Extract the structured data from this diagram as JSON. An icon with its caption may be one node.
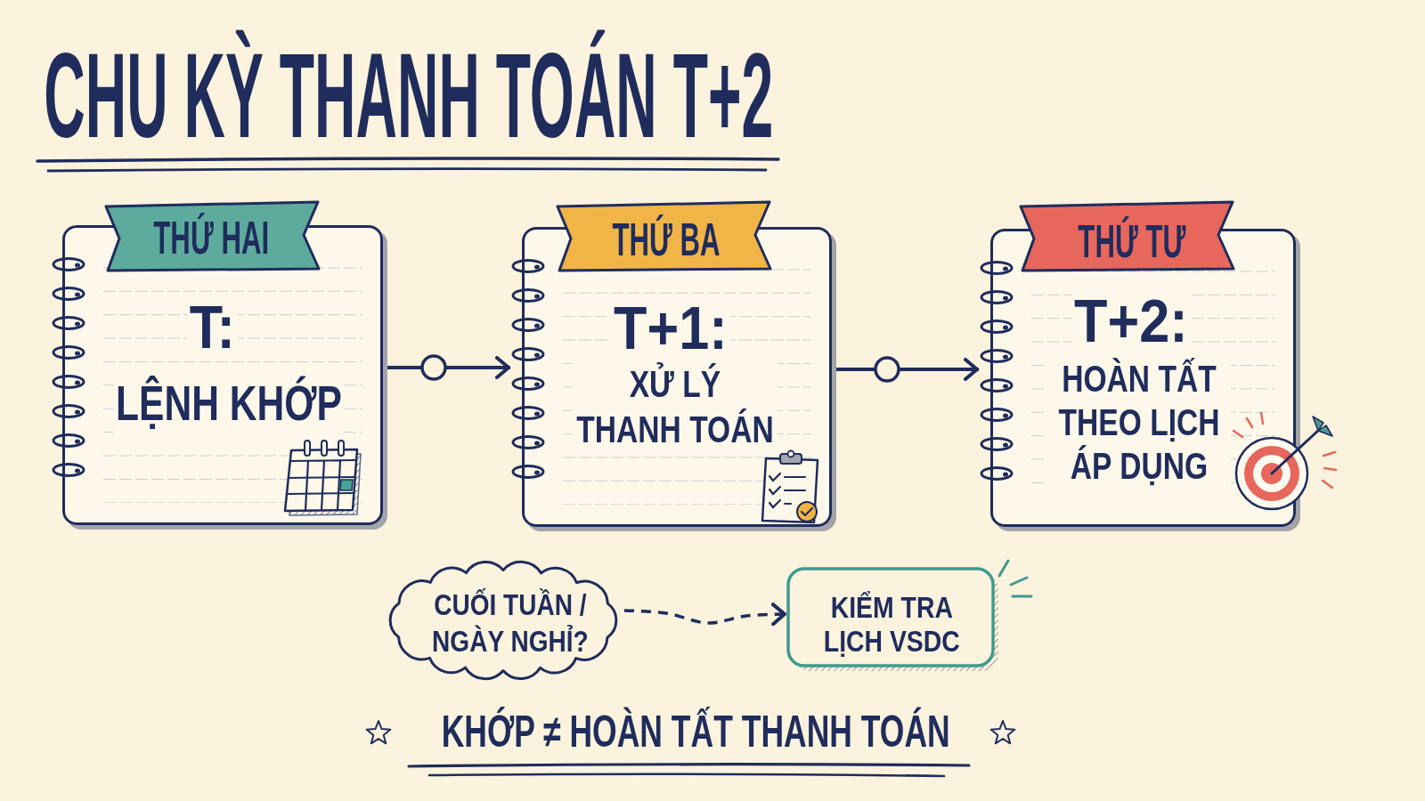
{
  "diagram": {
    "title": "CHU KỲ THANH TOÁN T+2",
    "nodes": [
      {
        "text": [
          "THỨ HAI",
          "T:",
          "LỆNH KHỚP"
        ]
      },
      {
        "text": [
          "THỨ BA",
          "T+1:",
          "XỬ LÝ THANH TOÁN"
        ]
      },
      {
        "text": [
          "THỨ TƯ",
          "T+2:",
          "HOÀN TẤT THEO LỊCH ÁP DỤNG"
        ]
      },
      {
        "text": [
          "CUỐI TUẦN / NGÀY NGHỈ?"
        ]
      },
      {
        "text": [
          "KIỂM TRA LỊCH VSDC"
        ]
      }
    ],
    "edges": [
      {
        "from": 0,
        "to": 1,
        "arrow": "to"
      },
      {
        "from": 1,
        "to": 2,
        "arrow": "to"
      },
      {
        "from": 3,
        "to": 4,
        "arrow": "to",
        "style": "dashed"
      }
    ],
    "labels": [
      "KHỚP ≠ HOÀN TẤT THANH TOÁN"
    ]
  }
}
